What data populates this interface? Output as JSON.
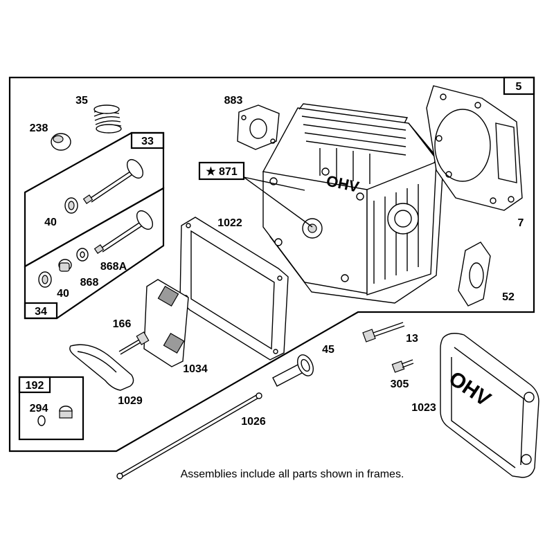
{
  "diagram": {
    "frame_labels": {
      "main": "5",
      "valve_intake": "33",
      "valve_exhaust": "34",
      "rocker_kit": "192"
    },
    "part_labels": {
      "p35": "35",
      "p238": "238",
      "p40a": "40",
      "p40b": "40",
      "p868": "868",
      "p868A": "868A",
      "p883": "883",
      "p871": "★ 871",
      "p1022": "1022",
      "p7": "7",
      "p52": "52",
      "p166": "166",
      "p1034": "1034",
      "p1029": "1029",
      "p294": "294",
      "p45": "45",
      "p13": "13",
      "p305": "305",
      "p1023": "1023",
      "p1026": "1026"
    },
    "head_casting_text": "OHV",
    "cover_text": "OHV",
    "footnote": "Assemblies include all parts shown in frames."
  }
}
